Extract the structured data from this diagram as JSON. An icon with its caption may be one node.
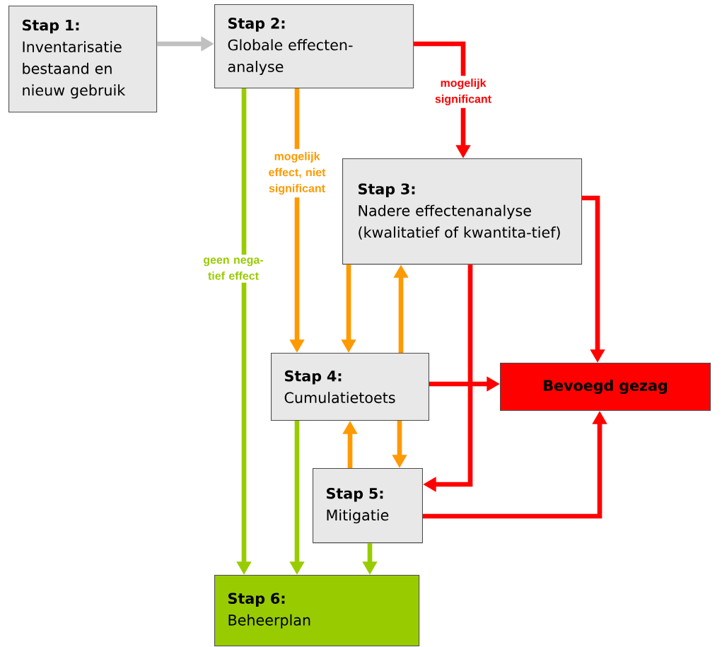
{
  "diagram": {
    "nodes": [
      {
        "text": [
          "Stap 1:",
          "Inventarisatie bestaand en nieuw gebruik"
        ]
      },
      {
        "text": [
          "Stap 2:",
          "Globale effecten-analyse"
        ]
      },
      {
        "text": [
          "Stap 3:",
          "Nadere effectenanalyse (kwalitatief of kwantita-tief)"
        ]
      },
      {
        "text": [
          "Stap 4:",
          "Cumulatietoets"
        ]
      },
      {
        "text": [
          "Bevoegd gezag"
        ]
      },
      {
        "text": [
          "Stap 5:",
          "Mitigatie"
        ]
      },
      {
        "text": [
          "Stap 6:",
          "Beheerplan"
        ]
      }
    ],
    "edges": [
      {
        "from": 0,
        "to": 1,
        "arrow": "to",
        "color": "#c0c0c0"
      },
      {
        "from": 1,
        "to": 2,
        "arrow": "to",
        "color": "#ff0000",
        "label": "mogelijk significant"
      },
      {
        "from": 1,
        "to": 3,
        "arrow": "to",
        "color": "#ff9900",
        "label": "mogelijk effect, niet significant"
      },
      {
        "from": 1,
        "to": 6,
        "arrow": "to",
        "color": "#99cc00",
        "label": "geen nega-tief effect"
      },
      {
        "from": 2,
        "to": 4,
        "arrow": "to",
        "color": "#ff0000"
      },
      {
        "from": 2,
        "to": 3,
        "arrow": "to",
        "color": "#ff9900"
      },
      {
        "from": 3,
        "to": 2,
        "arrow": "to",
        "color": "#ff9900"
      },
      {
        "from": 3,
        "to": 4,
        "arrow": "to",
        "color": "#ff0000"
      },
      {
        "from": 2,
        "to": 5,
        "arrow": "to",
        "color": "#ff0000"
      },
      {
        "from": 3,
        "to": 5,
        "arrow": "to",
        "color": "#ff9900"
      },
      {
        "from": 5,
        "to": 3,
        "arrow": "to",
        "color": "#ff9900"
      },
      {
        "from": 5,
        "to": 4,
        "arrow": "to",
        "color": "#ff0000"
      },
      {
        "from": 3,
        "to": 6,
        "arrow": "to",
        "color": "#99cc00"
      },
      {
        "from": 5,
        "to": 6,
        "arrow": "to",
        "color": "#99cc00"
      }
    ]
  }
}
